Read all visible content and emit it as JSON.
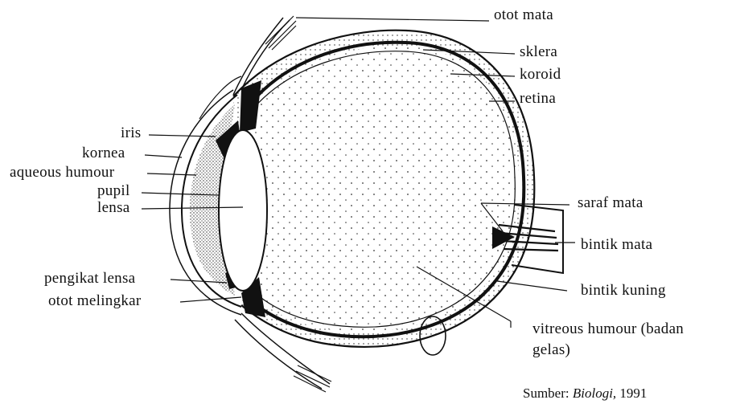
{
  "labels_right": {
    "otot_mata": "otot mata",
    "sklera": "sklera",
    "koroid": "koroid",
    "retina": "retina",
    "saraf_mata": "saraf mata",
    "bintik_mata": "bintik mata",
    "bintik_kuning": "bintik kuning",
    "vitreous_line1": "vitreous humour (badan",
    "vitreous_line2": "gelas)"
  },
  "labels_left": {
    "iris": "iris",
    "kornea": "kornea",
    "aqueous_humour": "aqueous humour",
    "pupil": "pupil",
    "lensa": "lensa",
    "pengikat_lensa": "pengikat lensa",
    "otot_melingkar": "otot melingkar"
  },
  "source": {
    "prefix": "Sumber:",
    "book": "Biologi,",
    "year": "1991"
  },
  "colors": {
    "ink": "#111111",
    "paper": "#ffffff"
  }
}
